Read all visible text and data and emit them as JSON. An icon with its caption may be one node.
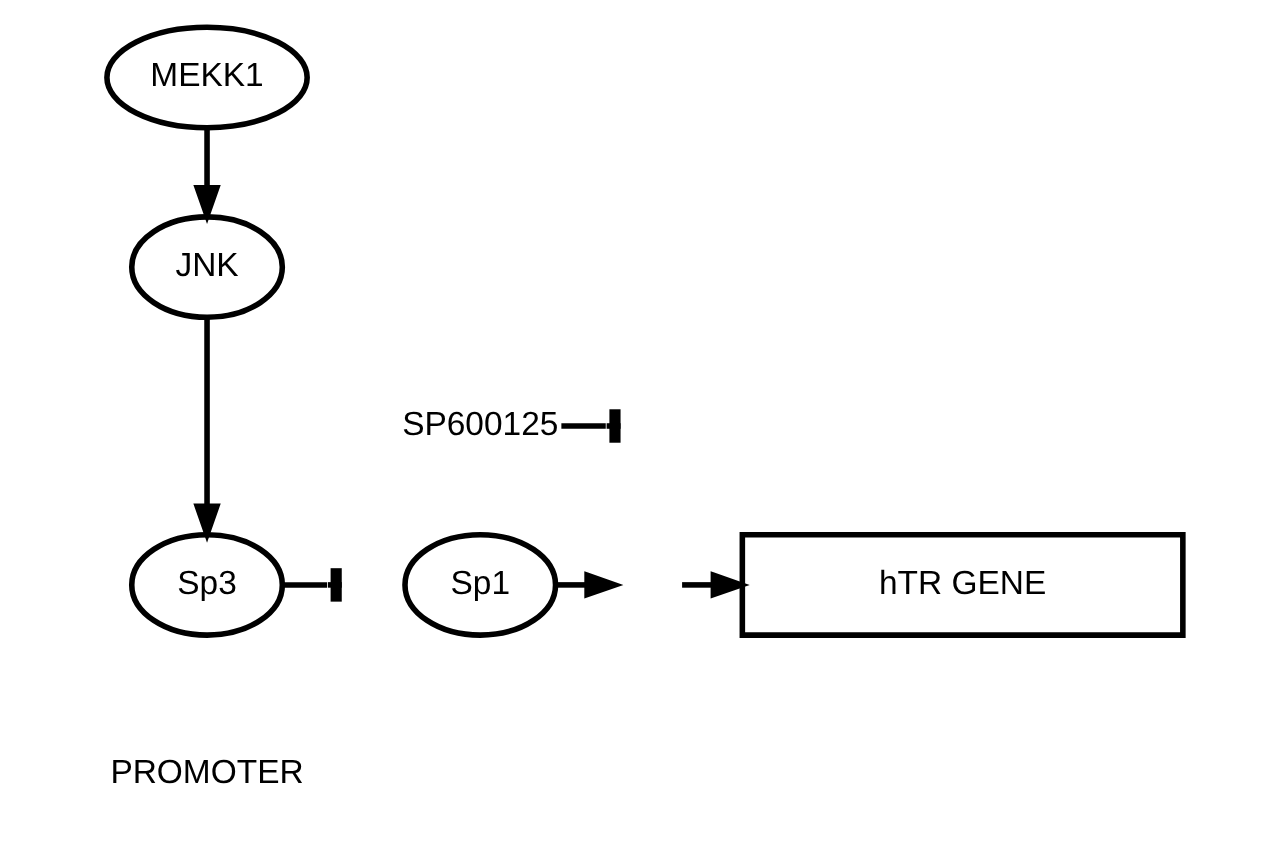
{
  "diagram": {
    "nodes": [
      {
        "text": [
          "MEKK1"
        ]
      },
      {
        "text": [
          "JNK"
        ]
      },
      {
        "text": [
          "Sp3"
        ]
      },
      {
        "text": [
          "Sp1"
        ]
      },
      {
        "text": [
          "SP600125"
        ]
      },
      {
        "text": [
          "hTR GENE"
        ]
      }
    ],
    "edges": [
      {
        "from": 0,
        "to": 1,
        "arrow": "to"
      },
      {
        "from": 1,
        "to": 2,
        "arrow": "to"
      },
      {
        "from": 4,
        "to": null,
        "arrow": "other"
      },
      {
        "from": 3,
        "to": null,
        "arrow": "to"
      },
      {
        "from": 2,
        "to": null,
        "arrow": "other"
      },
      {
        "from": null,
        "to": 5,
        "arrow": "to"
      }
    ],
    "labels": [
      "PROMOTER"
    ]
  }
}
